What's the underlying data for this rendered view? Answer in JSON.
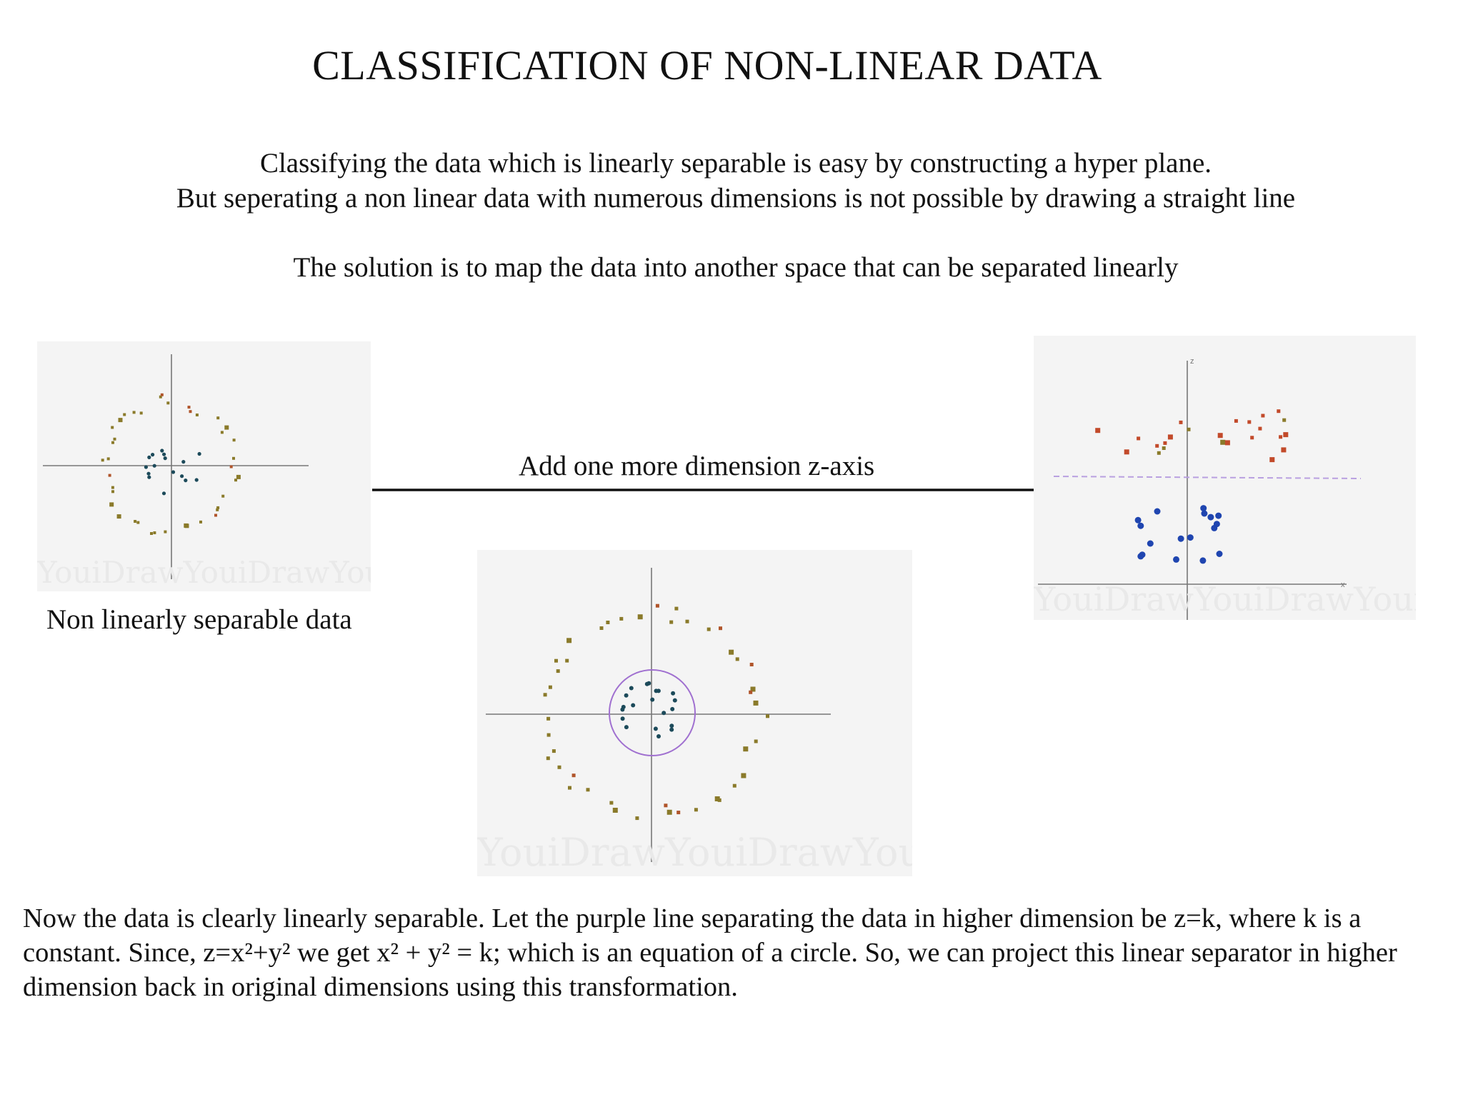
{
  "title": "CLASSIFICATION OF NON-LINEAR DATA",
  "intro": {
    "line1": "Classifying the data which is linearly separable is easy by constructing a hyper plane.",
    "line2": "But seperating a non linear data with numerous dimensions is not possible by drawing a straight line",
    "line3": "The solution is to map the data into another space that can be separated linearly"
  },
  "left_figure": {
    "caption": "Non linearly separable data",
    "watermark": "YouiDrawYouiDrawYouiDraw"
  },
  "arrow": {
    "label": "Add one more dimension z-axis"
  },
  "right_figure": {
    "z_label": "z",
    "x_label": "x",
    "watermark": "YouiDrawYouiDrawYouiDraw"
  },
  "center_figure": {
    "watermark": "YouiDrawYouiDrawYouiDraw"
  },
  "conclusion": "Now the data is clearly linearly separable. Let the purple line separating the data in higher dimension be z=k, where k is a constant. Since, z=x²+y² we get x² + y² = k; which is an equation of a circle. So, we can project this linear separator in higher dimension back in original dimensions using this transformation.",
  "colors": {
    "outer_points": "#8a7a2a",
    "outer_points_alt": "#b0542a",
    "inner_points": "#1c4a5a",
    "upper_points": "#c24a2a",
    "lower_points": "#1f45b0",
    "separator": "#b9a0e0",
    "circle": "#a070d0",
    "axis": "#777777"
  }
}
